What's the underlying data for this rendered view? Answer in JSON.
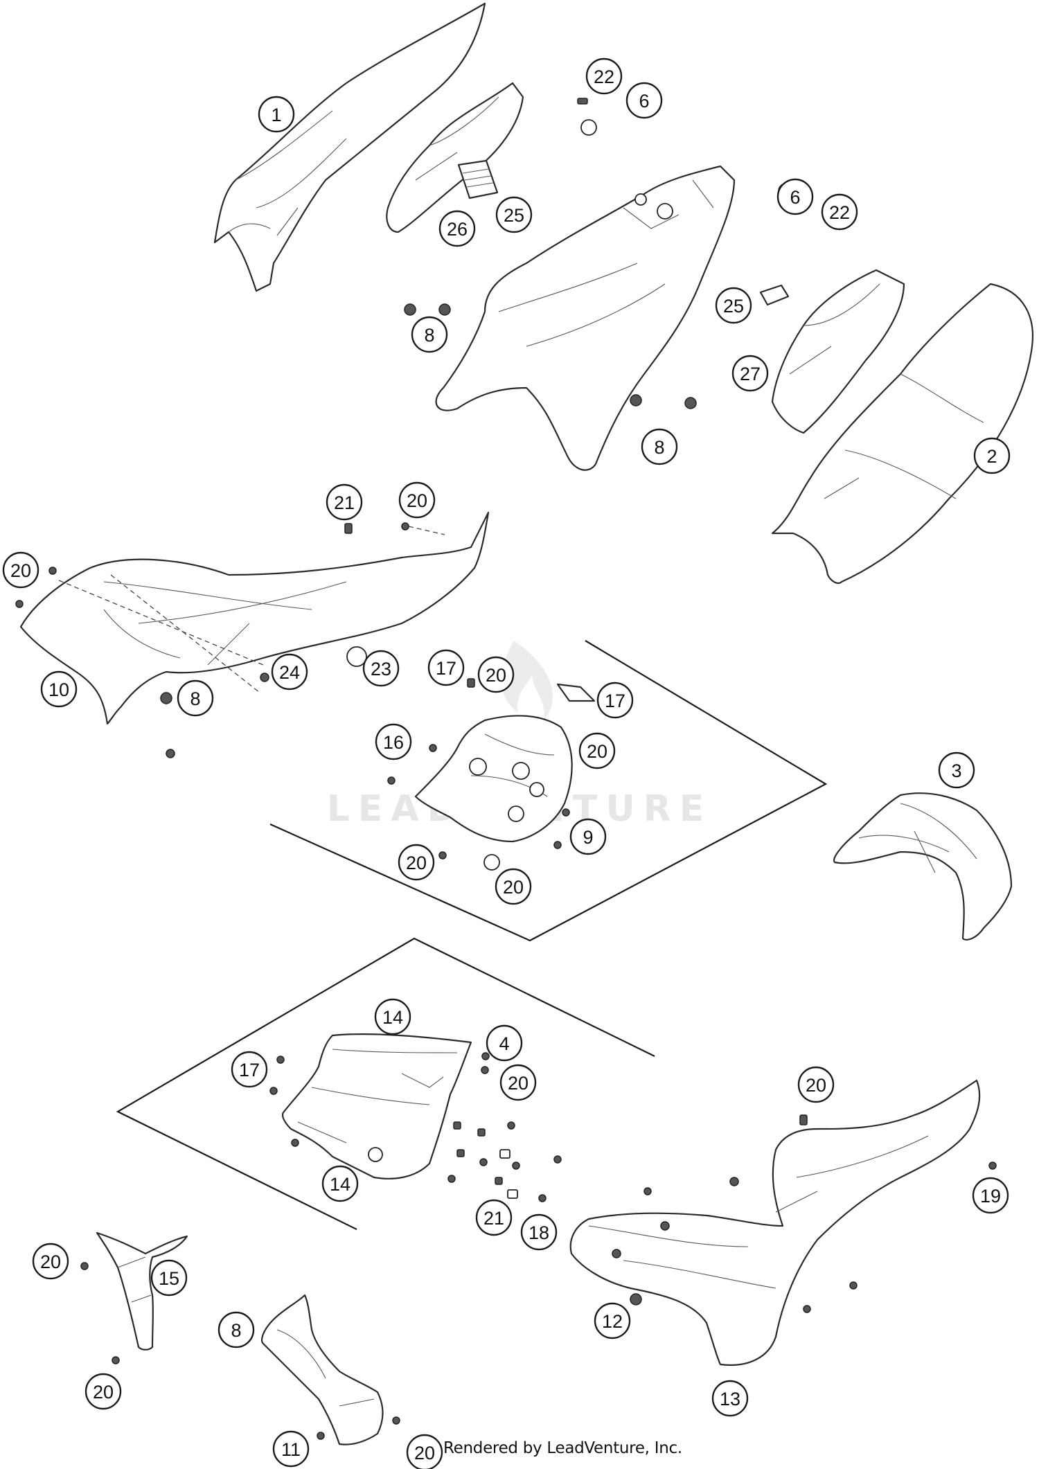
{
  "watermark": "LEADVENTURE",
  "footer": {
    "credit": "Rendered by LeadVenture, Inc."
  },
  "callouts": [
    "1",
    "22",
    "6",
    "26",
    "25",
    "6",
    "22",
    "8",
    "25",
    "27",
    "8",
    "2",
    "21",
    "20",
    "20",
    "10",
    "24",
    "23",
    "8",
    "17",
    "20",
    "17",
    "16",
    "20",
    "3",
    "9",
    "20",
    "20",
    "14",
    "4",
    "17",
    "20",
    "20",
    "14",
    "21",
    "18",
    "19",
    "20",
    "15",
    "12",
    "8",
    "13",
    "20",
    "11",
    "20",
    "15"
  ]
}
